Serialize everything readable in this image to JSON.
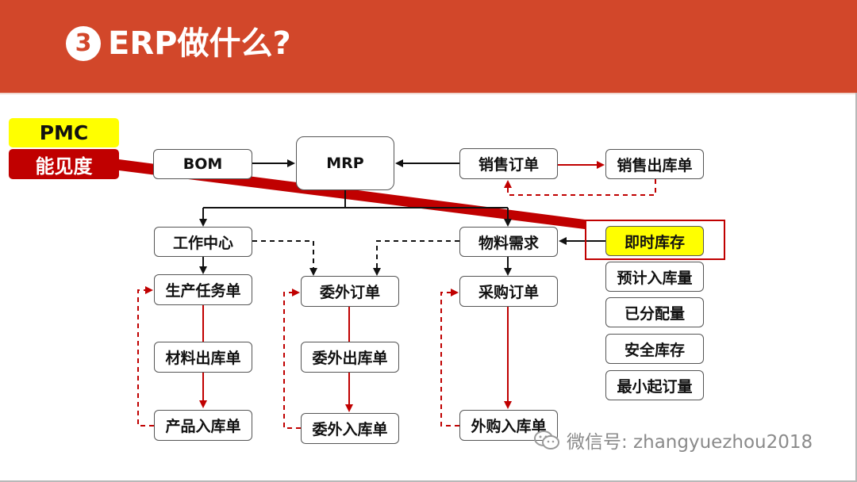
{
  "header": {
    "number": "3",
    "title": "ERP做什么?"
  },
  "side_labels": {
    "pmc": "PMC",
    "visibility": "能见度"
  },
  "nodes": {
    "bom": "BOM",
    "mrp": "MRP",
    "sales_order": "销售订单",
    "sales_delivery": "销售出库单",
    "work_center": "工作中心",
    "material_demand": "物料需求",
    "realtime_inventory": "即时库存",
    "production_task": "生产任务单",
    "outsource_order": "委外订单",
    "purchase_order": "采购订单",
    "expected_receipt": "预计入库量",
    "allocated": "已分配量",
    "safety_stock": "安全库存",
    "min_order_qty": "最小起订量",
    "material_issue": "材料出库单",
    "outsource_issue": "委外出库单",
    "product_receipt": "产品入库单",
    "outsource_receipt": "委外入库单",
    "purchase_receipt": "外购入库单"
  },
  "watermark": "微信号: zhangyuezhou2018",
  "colors": {
    "header": "#D2472A",
    "highlight": "#FFFF00",
    "accent_red": "#C00000",
    "node_border": "#555555"
  }
}
